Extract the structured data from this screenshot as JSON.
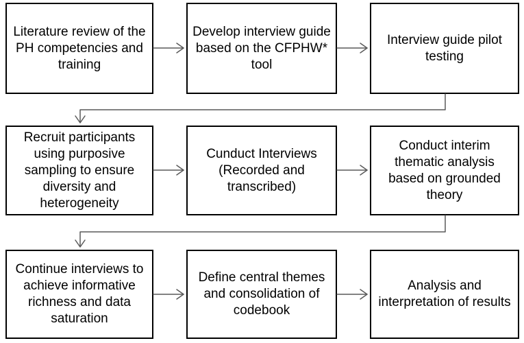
{
  "steps": [
    {
      "id": "literature-review",
      "label": "Literature review of the PH competencies and training"
    },
    {
      "id": "develop-guide",
      "label": "Develop interview guide based on the CFPHW* tool"
    },
    {
      "id": "pilot-testing",
      "label": "Interview guide pilot testing"
    },
    {
      "id": "recruit-participants",
      "label": "Recruit participants using purposive sampling to ensure diversity and heterogeneity"
    },
    {
      "id": "conduct-interviews",
      "label": "Cunduct Interviews (Recorded and transcribed)"
    },
    {
      "id": "interim-analysis",
      "label": "Conduct interim thematic analysis based on  grounded theory"
    },
    {
      "id": "continue-interviews",
      "label": "Continue interviews to achieve informative richness and data saturation"
    },
    {
      "id": "define-themes",
      "label": "Define central themes and consolidation of codebook"
    },
    {
      "id": "analysis-interpretation",
      "label": "Analysis and interpretation of results"
    }
  ],
  "colors": {
    "line": "#595959",
    "border": "#000000",
    "text": "#000000"
  }
}
